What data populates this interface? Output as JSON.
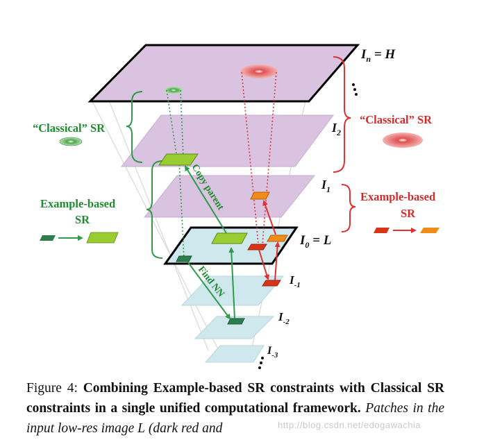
{
  "figure": {
    "levels": {
      "top": {
        "name": "I",
        "sub": "n",
        "suffix": " = H"
      },
      "i2": {
        "name": "I",
        "sub": "2"
      },
      "i1": {
        "name": "I",
        "sub": "1"
      },
      "i0": {
        "name": "I",
        "sub": "0",
        "suffix": " = L"
      },
      "im1": {
        "name": "I",
        "sub": "-1"
      },
      "im2": {
        "name": "I",
        "sub": "-2"
      },
      "im3": {
        "name": "I",
        "sub": "-3"
      }
    },
    "left_classical": "“Classical” SR",
    "left_example_line1": "Example-based",
    "left_example_line2": "SR",
    "right_classical": "“Classical” SR",
    "right_example_line1": "Example-based",
    "right_example_line2": "SR",
    "arrow_copy": "Copy parent",
    "arrow_find": "Find NN",
    "colors": {
      "upper_plane": "#d9c3e0",
      "lower_plane": "#cfe8ee",
      "green_text": "#1f8a2e",
      "red_text": "#d42a2a",
      "light_green_patch": "#9acd32",
      "dark_green_patch": "#2e7d4f",
      "orange_patch": "#f08c1a",
      "red_patch": "#d8341a"
    }
  },
  "caption": {
    "label": "Figure 4:",
    "bold": "Combining Example-based SR constraints with Classical SR constraints in a single unified computational framework.",
    "italic": "Patches in the input low-res image",
    "symbol": "L",
    "italic_tail": "(dark red and"
  },
  "watermark": "http://blog.csdn.net/edogawachia"
}
